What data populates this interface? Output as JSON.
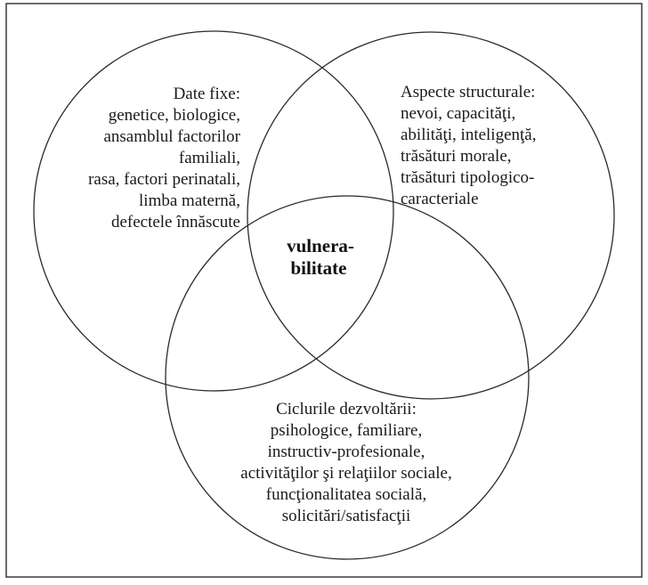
{
  "diagram": {
    "type": "venn",
    "center_label": [
      "vulnera-",
      "bilitate"
    ],
    "sets": [
      {
        "name": "left",
        "lines": [
          "Date fixe:",
          "genetice, biologice,",
          "ansamblul factorilor",
          "familiali,",
          "rasa, factori perinatali,",
          "limba maternă,",
          "defectele înnăscute"
        ]
      },
      {
        "name": "right",
        "lines": [
          "Aspecte structurale:",
          "nevoi, capacităţi,",
          "abilităţi, inteligenţă,",
          "trăsături morale,",
          "trăsături tipologico-",
          "caracteriale"
        ]
      },
      {
        "name": "bottom",
        "lines": [
          "Ciclurile dezvoltării:",
          "psihologice, familiare,",
          "instructiv-profesionale,",
          "activităţilor şi relaţiilor sociale,",
          "funcţionalitatea socială,",
          "solicitări/satisfacţii"
        ]
      }
    ],
    "colors": {
      "line": "#2a2a2a",
      "background": "#ffffff"
    }
  }
}
